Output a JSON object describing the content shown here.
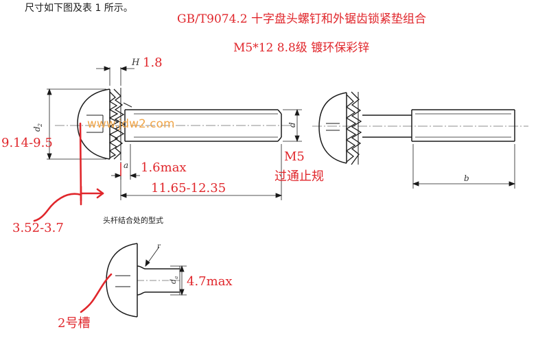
{
  "intro_text": "尺寸如下图及表 1 所示。",
  "title": "GB/T9074.2 十字盘头螺钉和外锯齿锁紧垫组合",
  "spec": "M5*12  8.8级 镀环保彩锌",
  "watermark": "www.jdw2.com",
  "dim_h": "1.8",
  "dim_d2": "9.14-9.5",
  "dim_a": "1.6max",
  "dim_length": "11.65-12.35",
  "dim_washer": "3.52-3.7",
  "thread": "M5",
  "gauge": "过通止规",
  "section_title": "头杆结合处的型式",
  "dim_da": "4.7max",
  "slot": "2号槽",
  "drawing_letters": {
    "H": "H",
    "d2": "d",
    "d2_sub": "2",
    "a": "a",
    "d": "d",
    "b": "b",
    "r": "r",
    "da": "d",
    "da_sub": "a"
  },
  "colors": {
    "annotation": "#e0262b",
    "line": "#1a1a1a",
    "watermark": "#f0a64a"
  }
}
